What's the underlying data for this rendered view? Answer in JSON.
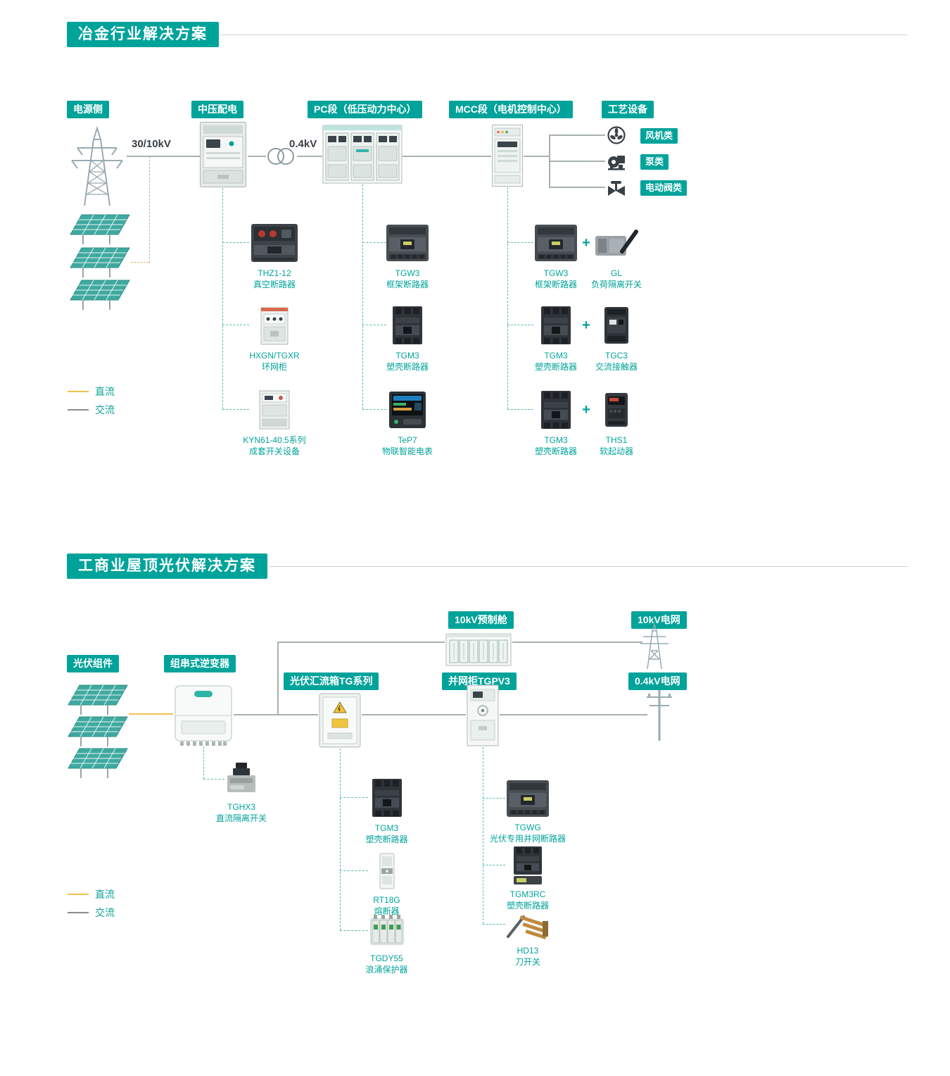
{
  "colors": {
    "accent": "#00a39a",
    "dc_line": "#f0c14b",
    "ac_line": "#8c8c8c"
  },
  "plus_sign": "+",
  "section1": {
    "title": "冶金行业解决方案",
    "columns": {
      "power": "电源侧",
      "mv": "中压配电",
      "pc": "PC段（低压动力中心）",
      "mcc": "MCC段（电机控制中心）",
      "equipment": "工艺设备"
    },
    "voltage_primary": "30/10kV",
    "voltage_secondary": "0.4kV",
    "equipment_types": [
      "风机类",
      "泵类",
      "电动阀类"
    ],
    "mv_products": [
      {
        "name": "THZ1-12",
        "desc": "真空断路器"
      },
      {
        "name": "HXGN/TGXR",
        "desc": "环网柜"
      },
      {
        "name": "KYN61-40.5系列",
        "desc": "成套开关设备"
      }
    ],
    "pc_products": [
      {
        "name": "TGW3",
        "desc": "框架断路器"
      },
      {
        "name": "TGM3",
        "desc": "塑壳断路器"
      },
      {
        "name": "TeP7",
        "desc": "物联智能电表"
      }
    ],
    "mcc_products": [
      {
        "a_name": "TGW3",
        "a_desc": "框架断路器",
        "b_name": "GL",
        "b_desc": "负荷隔离开关"
      },
      {
        "a_name": "TGM3",
        "a_desc": "塑壳断路器",
        "b_name": "TGC3",
        "b_desc": "交流接触器"
      },
      {
        "a_name": "TGM3",
        "a_desc": "塑壳断路器",
        "b_name": "THS1",
        "b_desc": "软起动器"
      }
    ],
    "legend": {
      "dc": "直流",
      "ac": "交流"
    }
  },
  "section2": {
    "title": "工商业屋顶光伏解决方案",
    "labels": {
      "cabin": "10kV预制舱",
      "grid10": "10kV电网",
      "pv": "光伏组件",
      "inverter": "组串式逆变器",
      "combiner": "光伏汇流箱TG系列",
      "grid_cabinet": "并网柜TGPV3",
      "grid04": "0.4kV电网"
    },
    "inverter_products": [
      {
        "name": "TGHX3",
        "desc": "直流隔离开关"
      }
    ],
    "combiner_products": [
      {
        "name": "TGM3",
        "desc": "塑壳断路器"
      },
      {
        "name": "RT18G",
        "desc": "熔断器"
      },
      {
        "name": "TGDY55",
        "desc": "浪涌保护器"
      }
    ],
    "grid_products": [
      {
        "name": "TGWG",
        "desc": "光伏专用并网断路器"
      },
      {
        "name": "TGM3RC",
        "desc": "塑壳断路器"
      },
      {
        "name": "HD13",
        "desc": "刀开关"
      }
    ],
    "legend": {
      "dc": "直流",
      "ac": "交流"
    }
  }
}
